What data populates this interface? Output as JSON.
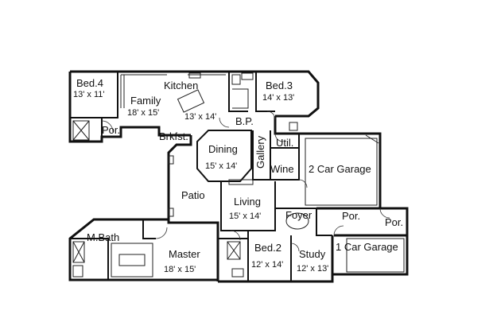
{
  "rooms": {
    "bed4": {
      "name": "Bed.4",
      "dim": "13' x 11'"
    },
    "family": {
      "name": "Family",
      "dim": "18' x 15'"
    },
    "kitchen": {
      "name": "Kitchen",
      "dim": "13' x 14'"
    },
    "bed3": {
      "name": "Bed.3",
      "dim": "14' x 13'"
    },
    "bp": {
      "name": "B.P."
    },
    "por_nw": {
      "name": "Por."
    },
    "brkfst": {
      "name": "Brkfst."
    },
    "dining": {
      "name": "Dining",
      "dim": "15' x 14'"
    },
    "gallery": {
      "name": "Gallery"
    },
    "util": {
      "name": "Util."
    },
    "wine": {
      "name": "Wine"
    },
    "garage2": {
      "name": "2 Car Garage"
    },
    "patio": {
      "name": "Patio"
    },
    "living": {
      "name": "Living",
      "dim": "15' x 14'"
    },
    "foyer": {
      "name": "Foyer"
    },
    "por_front": {
      "name": "Por."
    },
    "por_east": {
      "name": "Por."
    },
    "mbath": {
      "name": "M.Bath"
    },
    "master": {
      "name": "Master",
      "dim": "18' x 15'"
    },
    "bed2": {
      "name": "Bed.2",
      "dim": "12' x 14'"
    },
    "study": {
      "name": "Study",
      "dim": "12' x 13'"
    },
    "garage1": {
      "name": "1 Car Garage"
    }
  }
}
